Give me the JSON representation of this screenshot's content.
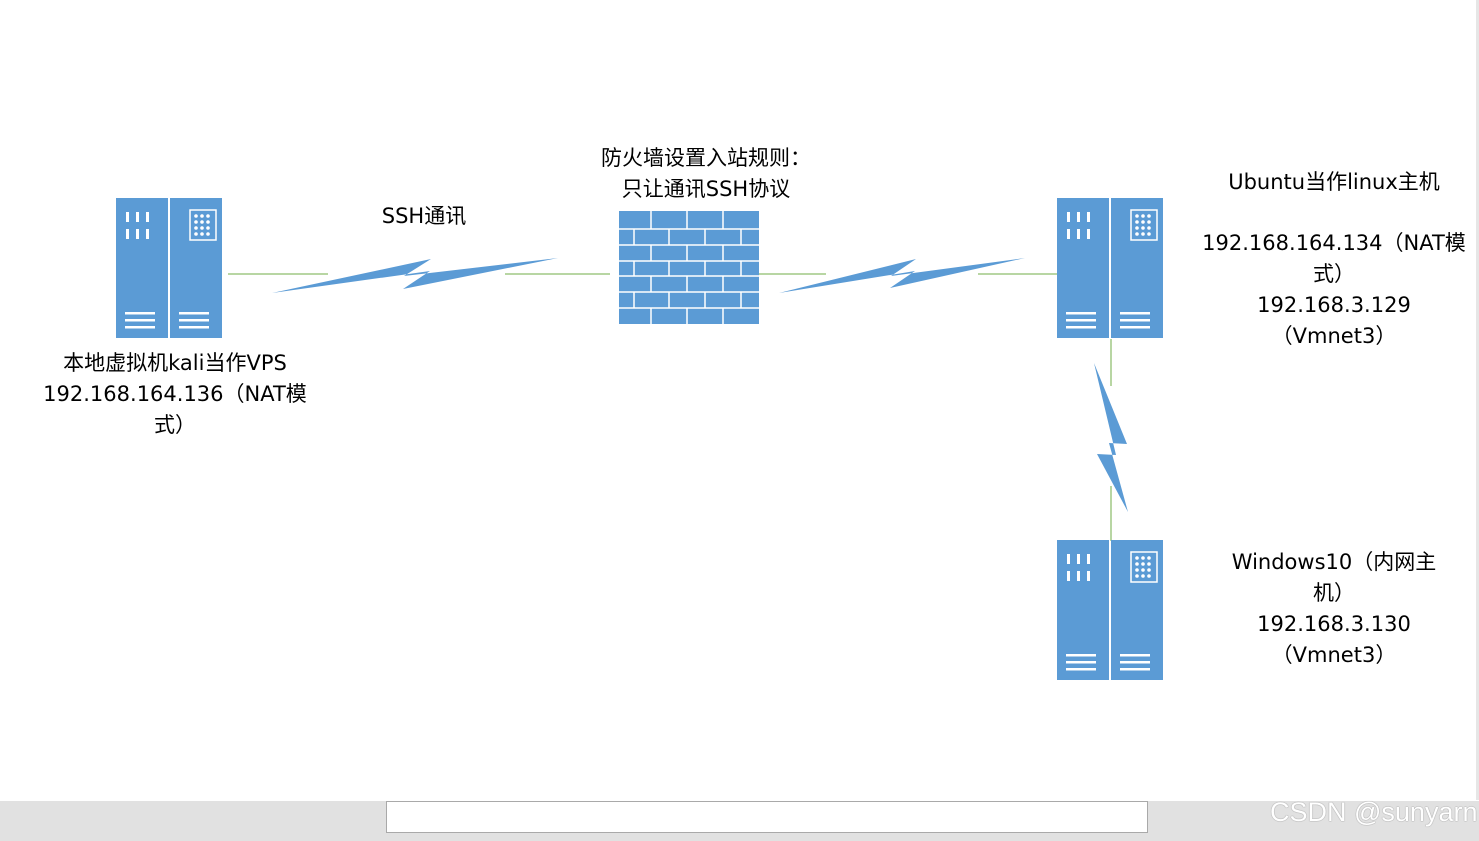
{
  "nodes": {
    "kali": {
      "lines": [
        "本地虚拟机kali当作VPS",
        "192.168.164.136（NAT模",
        "式）"
      ]
    },
    "firewall": {
      "lines": [
        "防火墙设置入站规则：",
        "只让通讯SSH协议"
      ]
    },
    "ubuntu": {
      "lines": [
        "Ubuntu当作linux主机",
        "192.168.164.134（NAT模",
        "式）",
        "192.168.3.129",
        "（Vmnet3）"
      ]
    },
    "windows": {
      "lines": [
        "Windows10（内网主",
        "机）",
        "192.168.3.130",
        "（Vmnet3）"
      ]
    }
  },
  "links": {
    "ssh_label": "SSH通讯"
  },
  "watermark": "CSDN @sunyarn",
  "colors": {
    "server_fill": "#5b9bd5",
    "bolt_fill": "#5b9bd5",
    "connector": "#70ad47"
  }
}
